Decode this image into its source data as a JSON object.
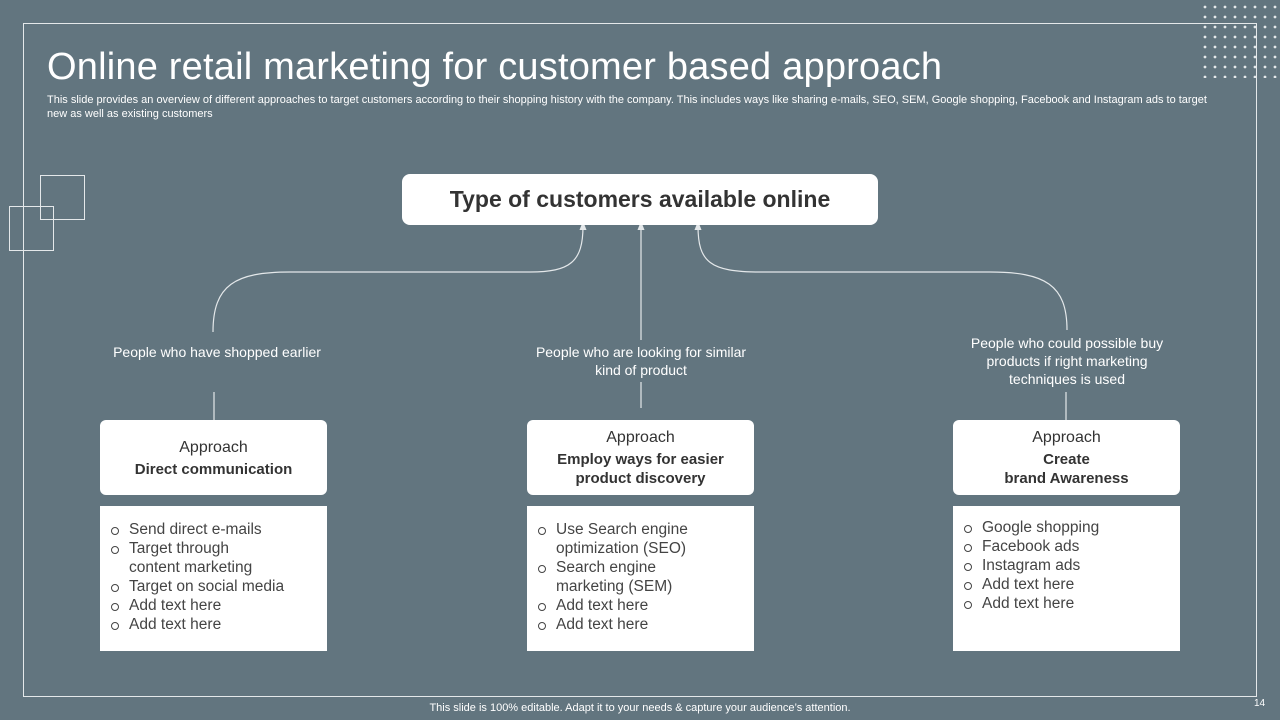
{
  "header": {
    "title": "Online retail marketing for customer based approach",
    "subtitle": "This slide provides an overview of  different approaches to target customers according to their shopping history with the company. This includes ways like sharing e-mails, SEO, SEM, Google shopping, Facebook and Instagram ads to target new as well as existing customers"
  },
  "diagram": {
    "top_box": "Type of customers available online",
    "columns": [
      {
        "description": "People who have shopped earlier",
        "approach_label": "Approach",
        "approach_title": "Direct communication",
        "items": [
          "Send direct e-mails",
          "Target through\ncontent marketing",
          "Target on social media",
          "Add text here",
          "Add text here"
        ]
      },
      {
        "description": "People who are looking for similar kind of product",
        "approach_label": "Approach",
        "approach_title": "Employ ways for easier\nproduct discovery",
        "items": [
          "Use Search engine\noptimization (SEO)",
          "Search engine\nmarketing (SEM)",
          "Add text here",
          "Add text here"
        ]
      },
      {
        "description": "People who could possible buy products if right marketing techniques is used",
        "approach_label": "Approach",
        "approach_title": "Create\nbrand Awareness",
        "items": [
          "Google shopping",
          "Facebook ads",
          "Instagram ads",
          "Add text here",
          "Add text here"
        ]
      }
    ]
  },
  "footer": {
    "note": "This slide is 100% editable. Adapt it to your needs & capture your audience’s attention.",
    "page_number": "14"
  },
  "colors": {
    "background": "#62757f",
    "box": "#ffffff",
    "text_dark": "#333333"
  }
}
